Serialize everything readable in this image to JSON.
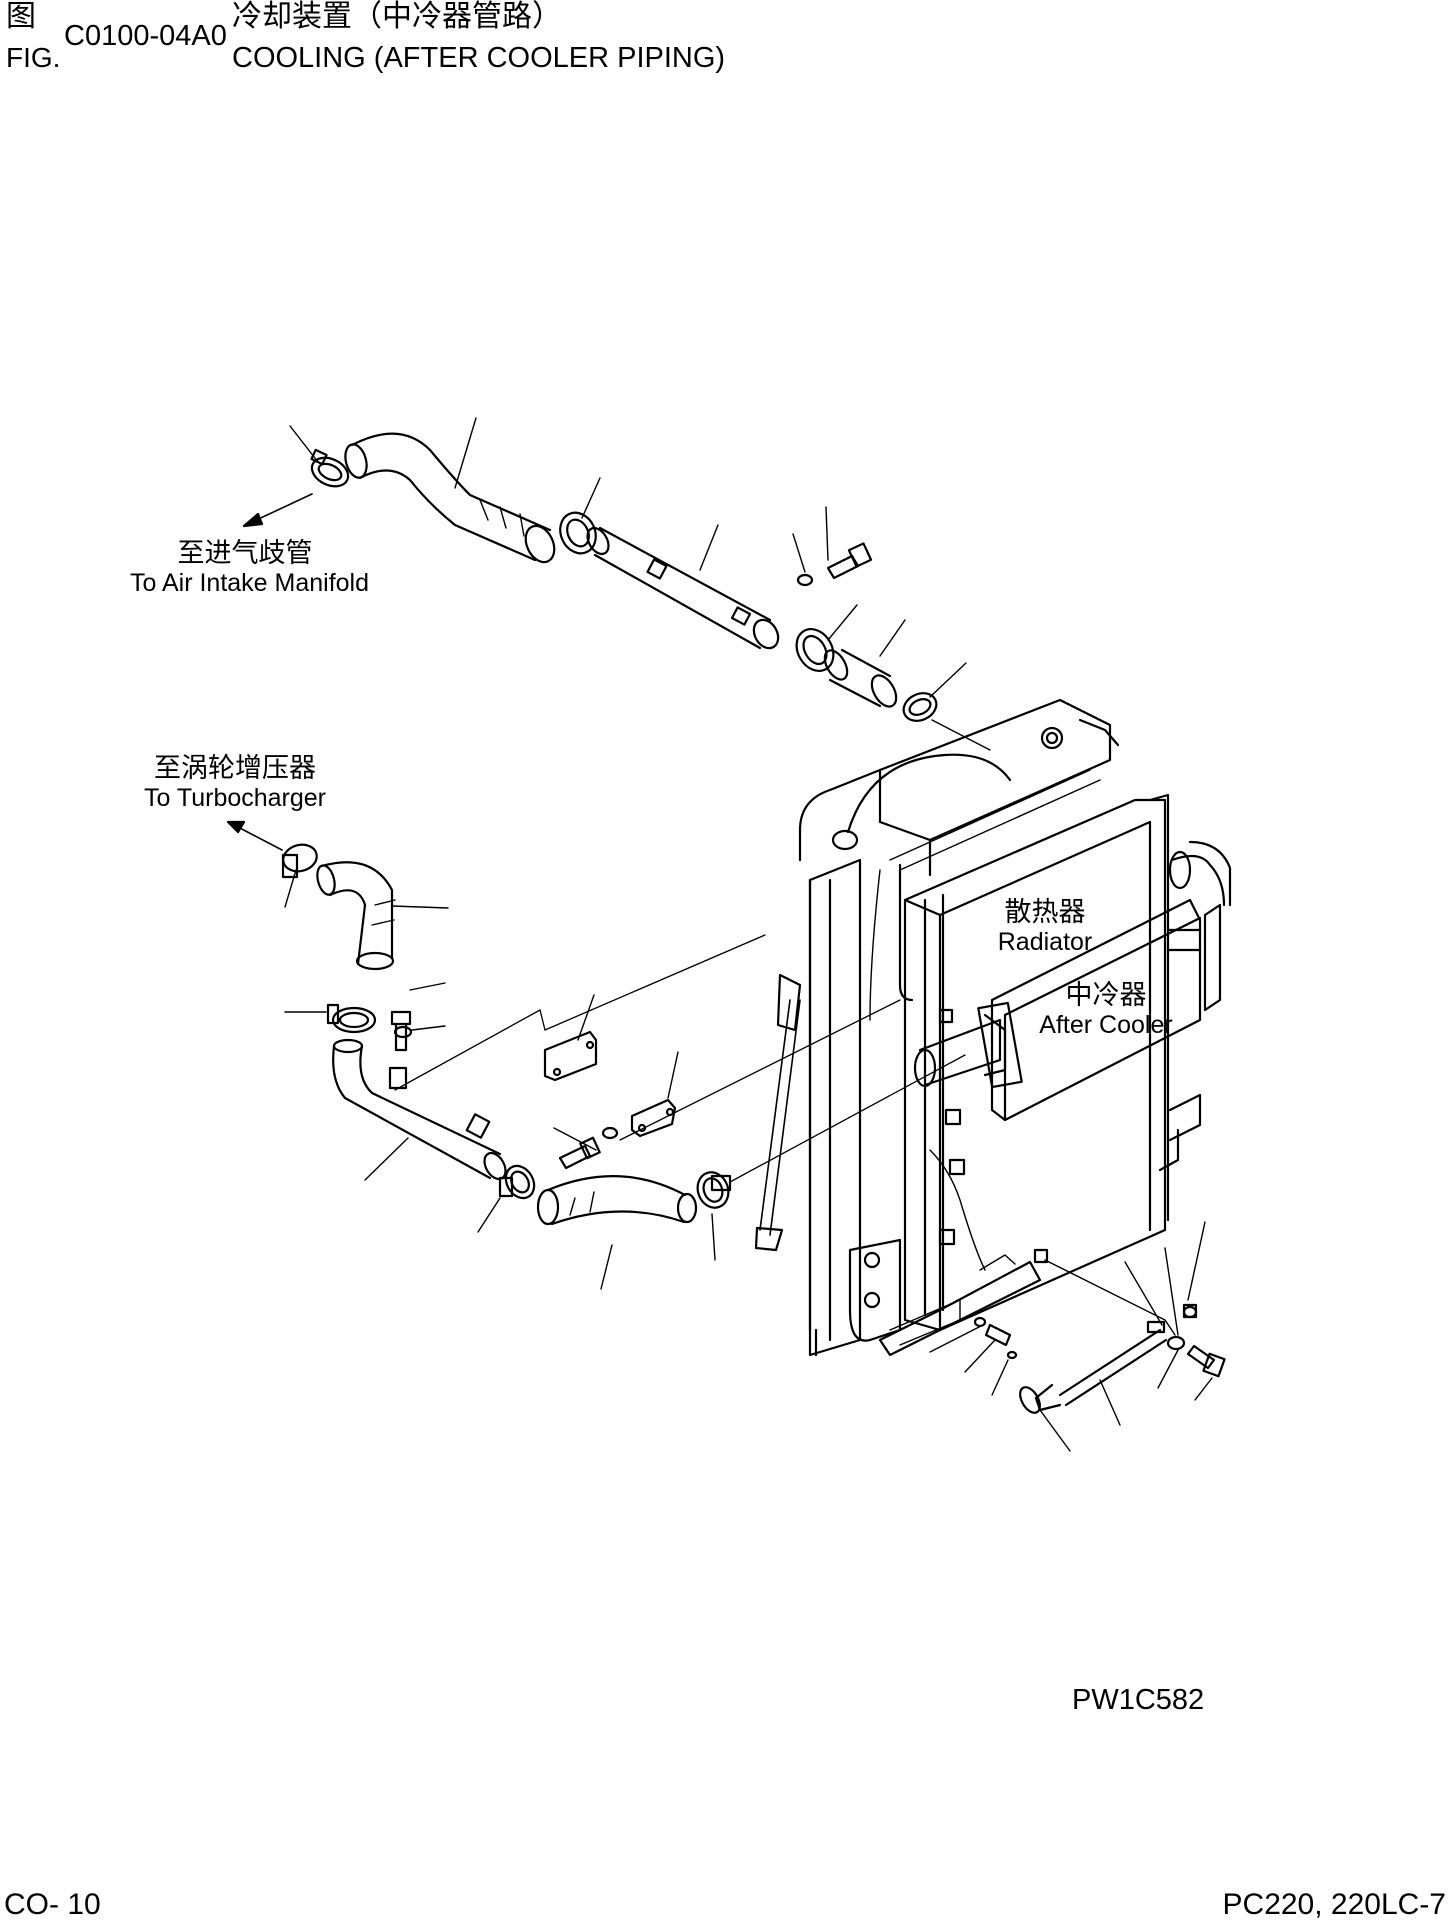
{
  "header": {
    "cn_fig_char": "图",
    "fig_label": "FIG.",
    "fig_code": "C0100-04A0",
    "title_cn": "冷却装置（中冷器管路）",
    "title_en": "COOLING (AFTER COOLER PIPING)"
  },
  "callouts": {
    "to_intake_cn": "至进气歧管",
    "to_intake_en": "To Air Intake Manifold",
    "to_turbo_cn": "至涡轮增压器",
    "to_turbo_en": "To Turbocharger",
    "radiator_cn": "散热器",
    "radiator_en": "Radiator",
    "aftercooler_cn": "中冷器",
    "aftercooler_en": "After Cooler"
  },
  "illustration_code": "PW1C582",
  "footer": {
    "page": "CO- 10",
    "model": "PC220, 220LC-7"
  }
}
